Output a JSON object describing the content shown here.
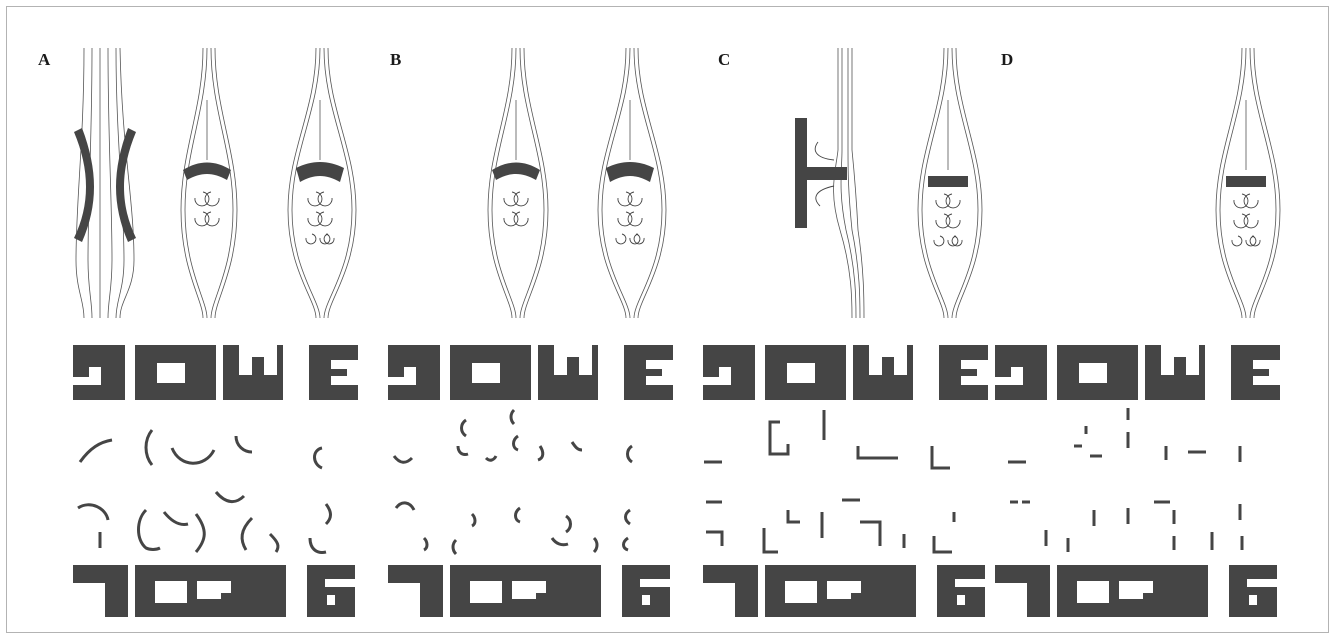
{
  "panels": [
    {
      "id": "A",
      "label": "A",
      "blade_shape": "curved",
      "fragment_style": "curved"
    },
    {
      "id": "B",
      "label": "B",
      "blade_shape": "curved",
      "fragment_style": "curved"
    },
    {
      "id": "C",
      "label": "C",
      "blade_shape": "flat",
      "fragment_style": "straight"
    },
    {
      "id": "D",
      "label": "D",
      "blade_shape": "flat",
      "fragment_style": "straight"
    }
  ],
  "colors": {
    "border": "#b3b3b3",
    "ink": "#454545",
    "streamline": "#555555",
    "background": "#ffffff"
  }
}
